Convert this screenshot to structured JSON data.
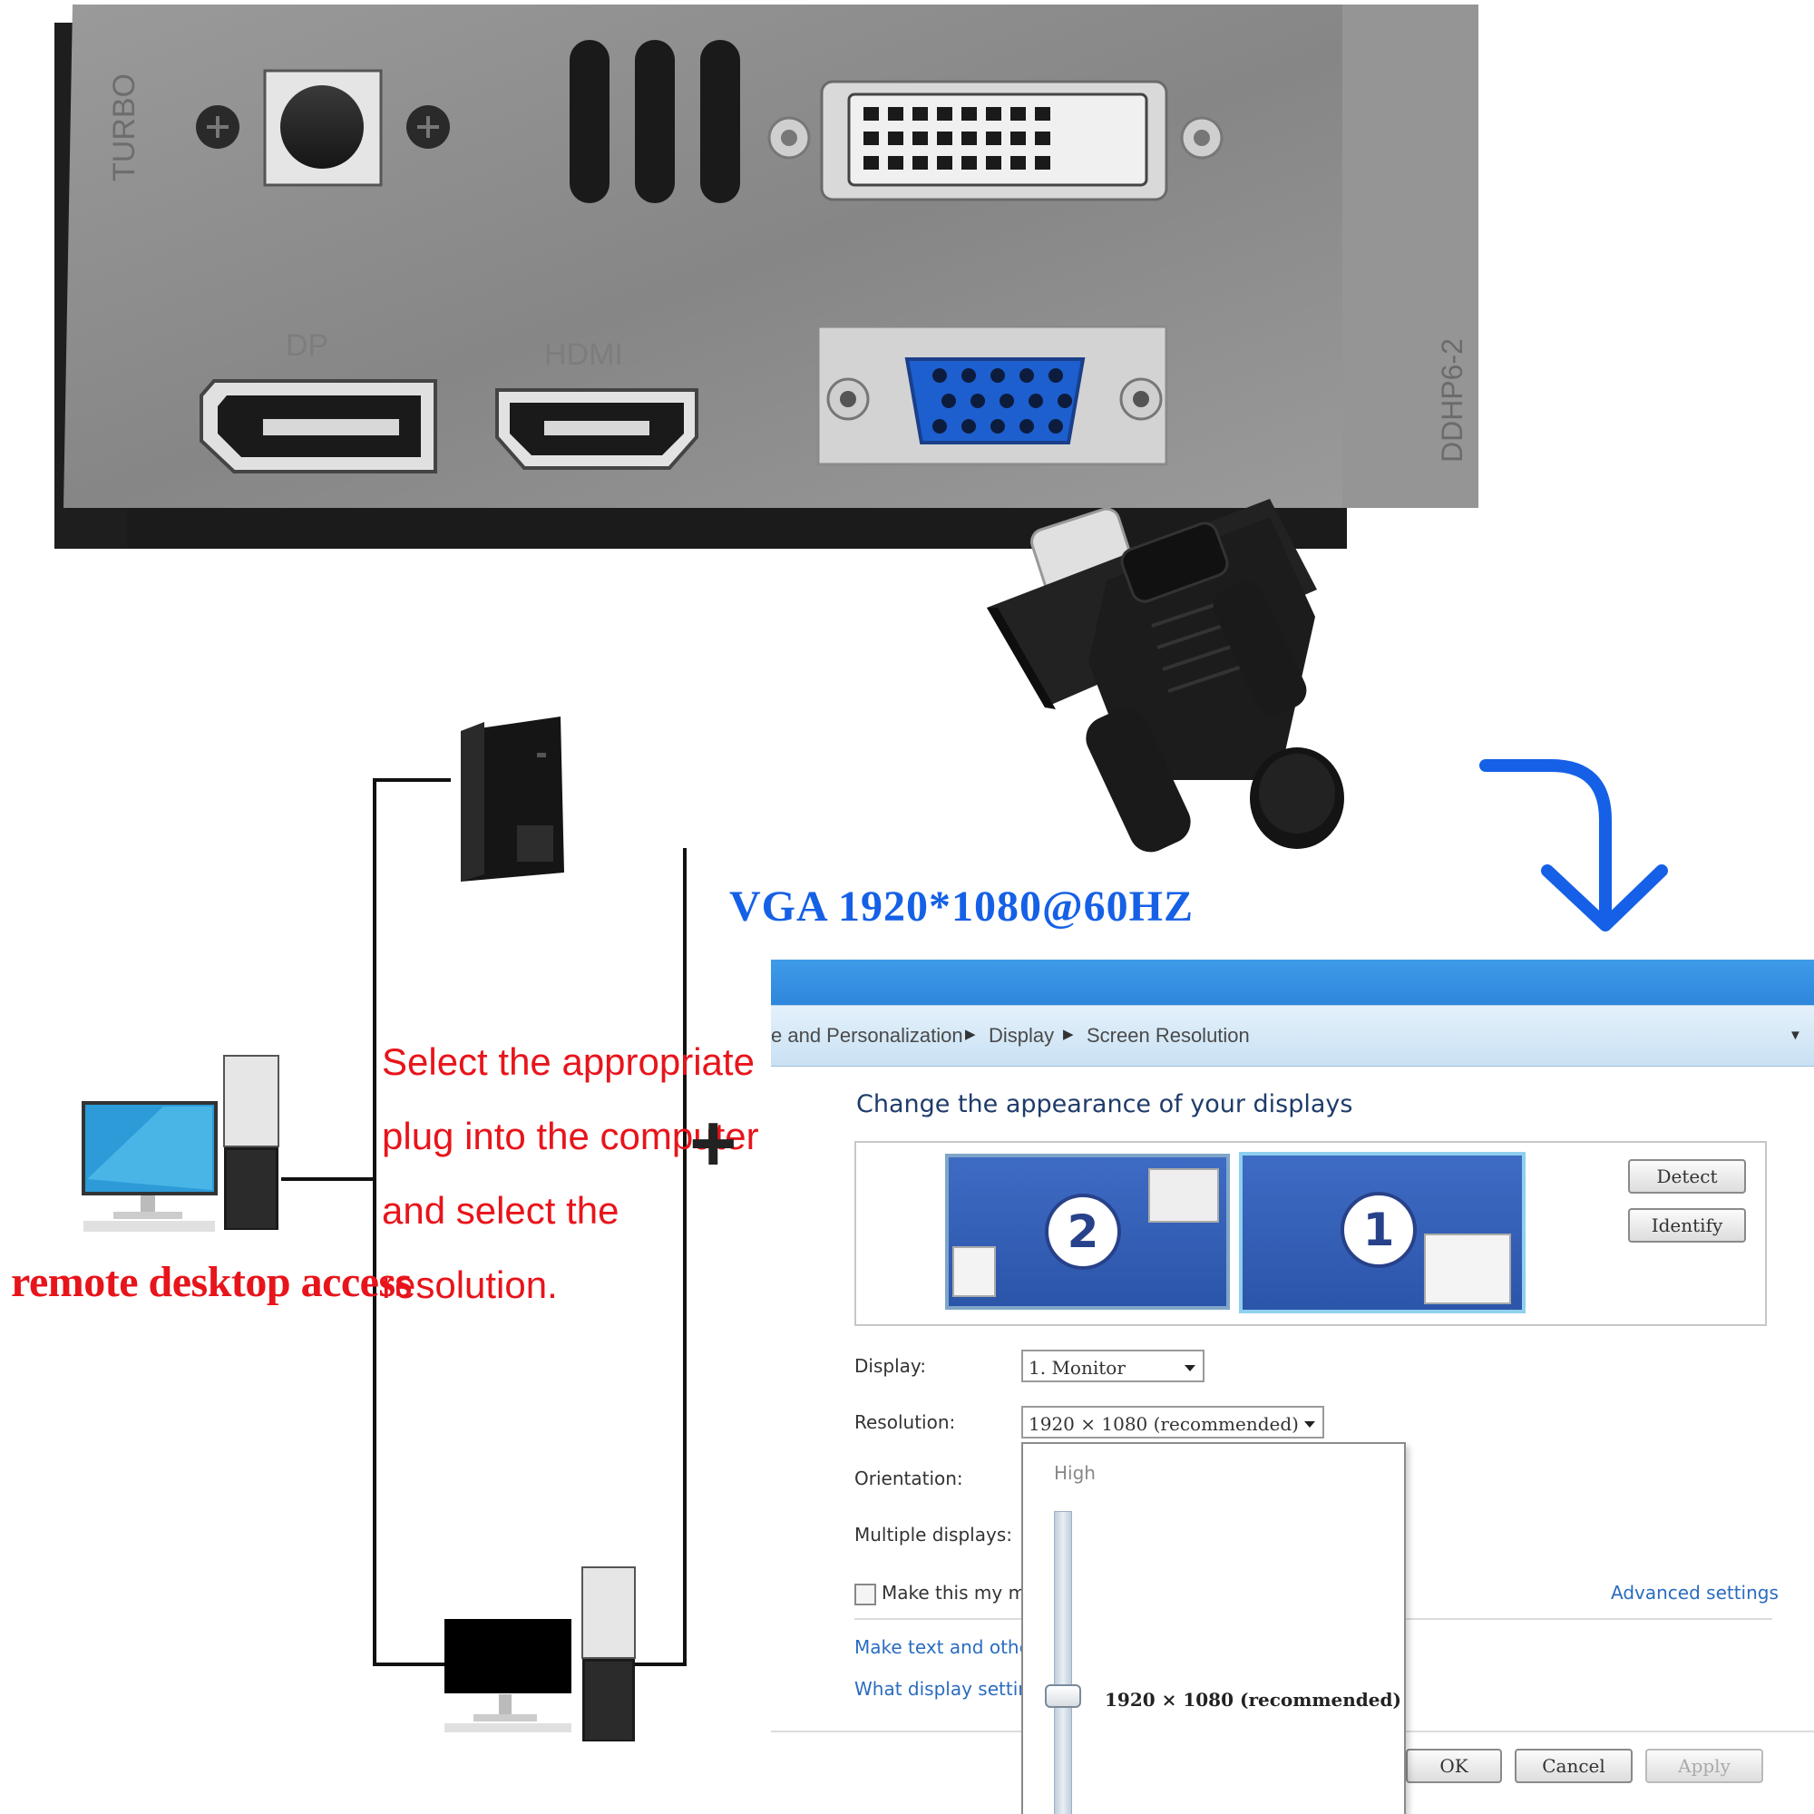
{
  "bracket": {
    "labels": {
      "turbo": "TURBO",
      "dp": "DP",
      "hdmi": "HDMI",
      "model": "DDHP6-2"
    }
  },
  "diagram": {
    "instruction_lines": [
      "Select the appropriate",
      "plug into the computer",
      "and select the",
      "resolution."
    ],
    "plus": "+",
    "remote_label": "remote desktop access",
    "vga_spec": "VGA 1920*1080@60HZ"
  },
  "window": {
    "breadcrumbs": [
      "e and Personalization",
      "Display",
      "Screen Resolution"
    ],
    "heading": "Change the appearance of your displays",
    "monitors": [
      {
        "number": "2"
      },
      {
        "number": "1"
      }
    ],
    "buttons": {
      "detect": "Detect",
      "identify": "Identify",
      "ok": "OK",
      "cancel": "Cancel",
      "apply": "Apply"
    },
    "fields": {
      "display_label": "Display:",
      "display_value": "1. Monitor",
      "resolution_label": "Resolution:",
      "resolution_value": "1920 × 1080 (recommended)",
      "orientation_label": "Orientation:",
      "multiple_label": "Multiple displays:"
    },
    "checkbox_label": "Make this my ma",
    "links": {
      "advanced": "Advanced settings",
      "make_text": "Make text and other",
      "what_display": "What display setting"
    },
    "dropdown": {
      "high_label": "High",
      "selected": "1920 × 1080 (recommended)",
      "slider_level": 0.44
    }
  },
  "colors": {
    "red": "#e8141b",
    "blue": "#1560e6",
    "titlebar": "#2f86dd"
  }
}
